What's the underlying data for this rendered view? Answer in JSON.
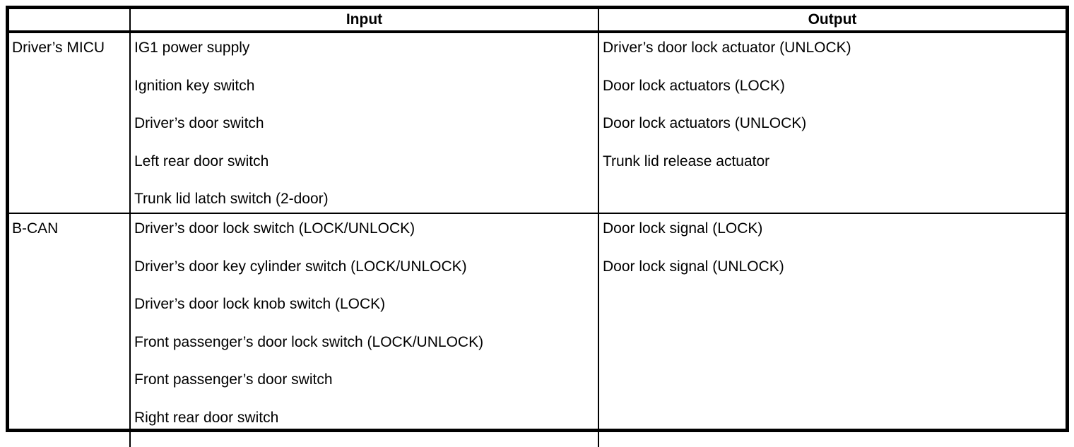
{
  "table": {
    "header": {
      "blank": "",
      "input": "Input",
      "output": "Output"
    },
    "rows": [
      {
        "label": "Driver’s MICU",
        "inputs": [
          "IG1 power supply",
          "Ignition key switch",
          "Driver’s door switch",
          "Left rear door switch",
          "Trunk lid latch switch (2-door)"
        ],
        "outputs": [
          "Driver’s door lock actuator (UNLOCK)",
          "Door lock actuators (LOCK)",
          "Door lock actuators (UNLOCK)",
          "Trunk lid release actuator"
        ]
      },
      {
        "label": "B-CAN",
        "inputs": [
          "Driver’s door lock switch (LOCK/UNLOCK)",
          "Driver’s door key cylinder switch (LOCK/UNLOCK)",
          "Driver’s door lock knob switch (LOCK)",
          "Front passenger’s door lock switch (LOCK/UNLOCK)",
          "Front passenger’s door switch",
          "Right rear door switch"
        ],
        "outputs": [
          "Door lock signal (LOCK)",
          "Door lock signal (UNLOCK)"
        ]
      }
    ]
  },
  "colors": {
    "border": "#000000",
    "text": "#000000",
    "background": "#ffffff"
  }
}
